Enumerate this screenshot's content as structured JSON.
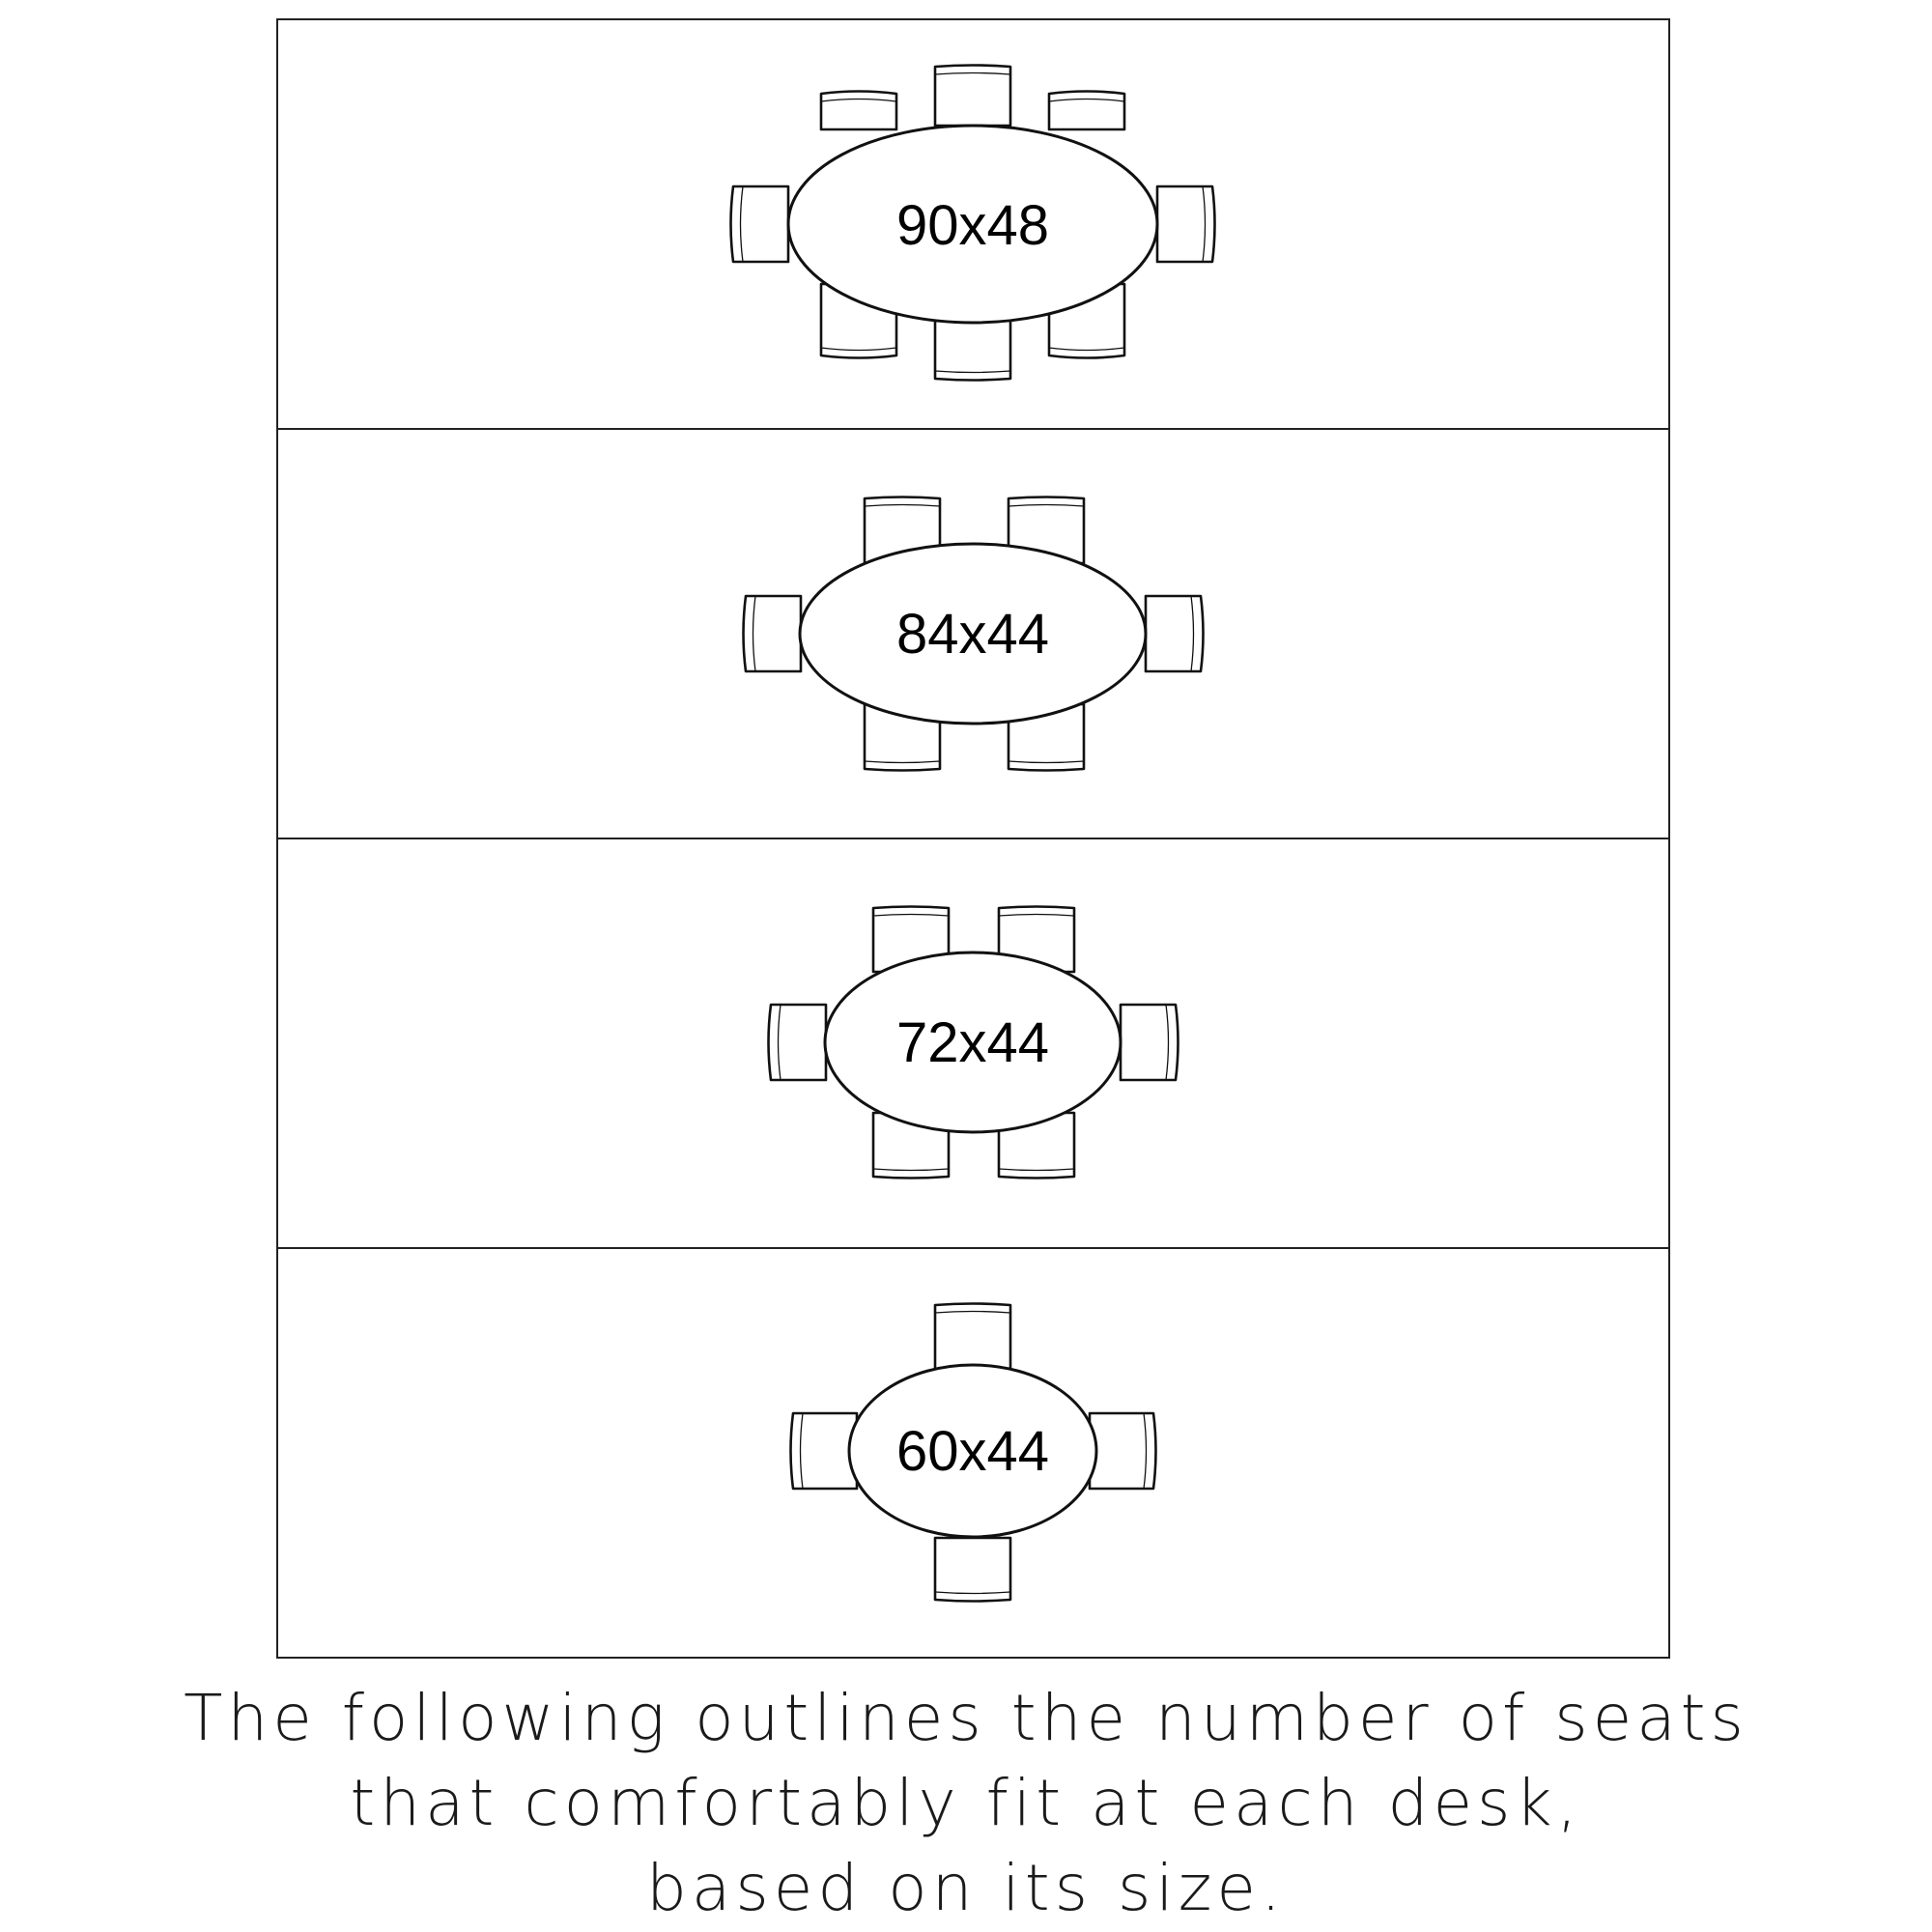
{
  "tables": [
    {
      "label": "90x48",
      "seats": 8
    },
    {
      "label": "84x44",
      "seats": 6
    },
    {
      "label": "72x44",
      "seats": 6
    },
    {
      "label": "60x44",
      "seats": 4
    }
  ],
  "caption": {
    "lines": [
      "The following outlines the number of seats",
      "that comfortably fit at each desk,",
      "based on its size."
    ]
  },
  "colors": {
    "stroke": "#111111",
    "background": "#ffffff"
  }
}
